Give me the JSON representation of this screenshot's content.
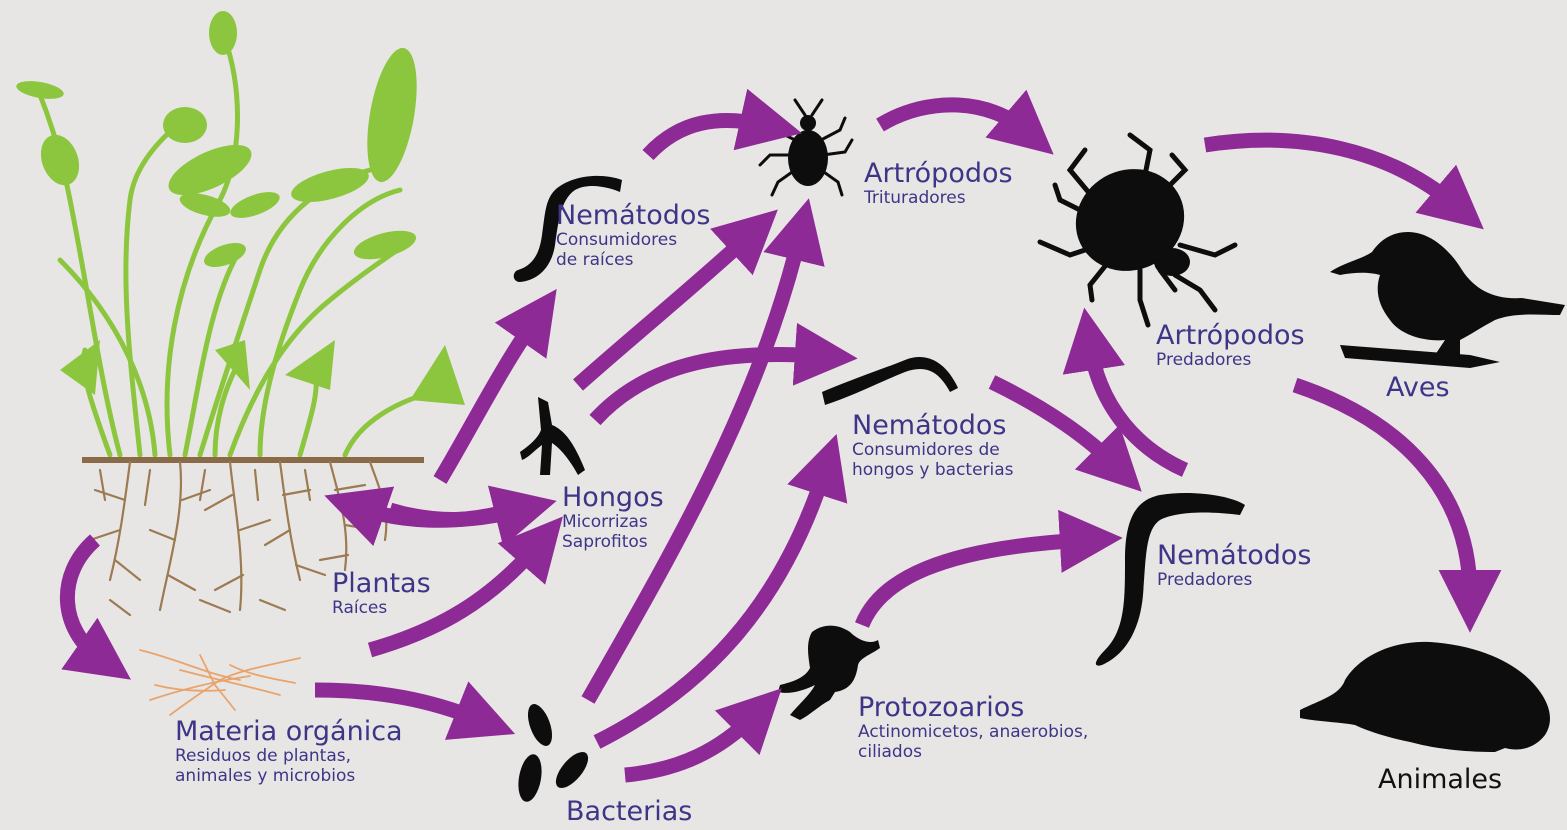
{
  "colors": {
    "arrow": "#8e2a96",
    "text": "#3d3588",
    "plant": "#8cc63f",
    "roots": "#9c7a52",
    "organic": "#e8a46c",
    "silhouette": "#0d0d0d",
    "background": "#e8e6e4"
  },
  "nodes": {
    "plantas": {
      "title": "Plantas",
      "sub": "Raíces"
    },
    "materia": {
      "title": "Materia orgánica",
      "sub1": "Residuos de plantas,",
      "sub2": "animales y microbios"
    },
    "nematodos_raices": {
      "title": "Nemátodos",
      "sub1": "Consumidores",
      "sub2": "de raíces"
    },
    "hongos": {
      "title": "Hongos",
      "sub1": "Micorrizas",
      "sub2": "Saprofitos"
    },
    "bacterias": {
      "title": "Bacterias"
    },
    "artropodos_trit": {
      "title": "Artrópodos",
      "sub": "Trituradores"
    },
    "nematodos_hb": {
      "title": "Nemátodos",
      "sub1": "Consumidores de",
      "sub2": "hongos y bacterias"
    },
    "protozoarios": {
      "title": "Protozoarios",
      "sub1": "Actinomicetos, anaerobios,",
      "sub2": "ciliados"
    },
    "artropodos_pred": {
      "title": "Artrópodos",
      "sub": "Predadores"
    },
    "nematodos_pred": {
      "title": "Nemátodos",
      "sub": "Predadores"
    },
    "aves": {
      "title": "Aves"
    },
    "animales": {
      "title": "Animales"
    }
  },
  "icons": [
    "plant-icon",
    "roots-icon",
    "organic-matter-icon",
    "root-nematode-icon",
    "fungus-icon",
    "bacteria-icon",
    "mite-icon",
    "large-mite-icon",
    "nematode-icon",
    "predator-nematode-icon",
    "protozoa-icon",
    "bird-icon",
    "mole-icon"
  ]
}
